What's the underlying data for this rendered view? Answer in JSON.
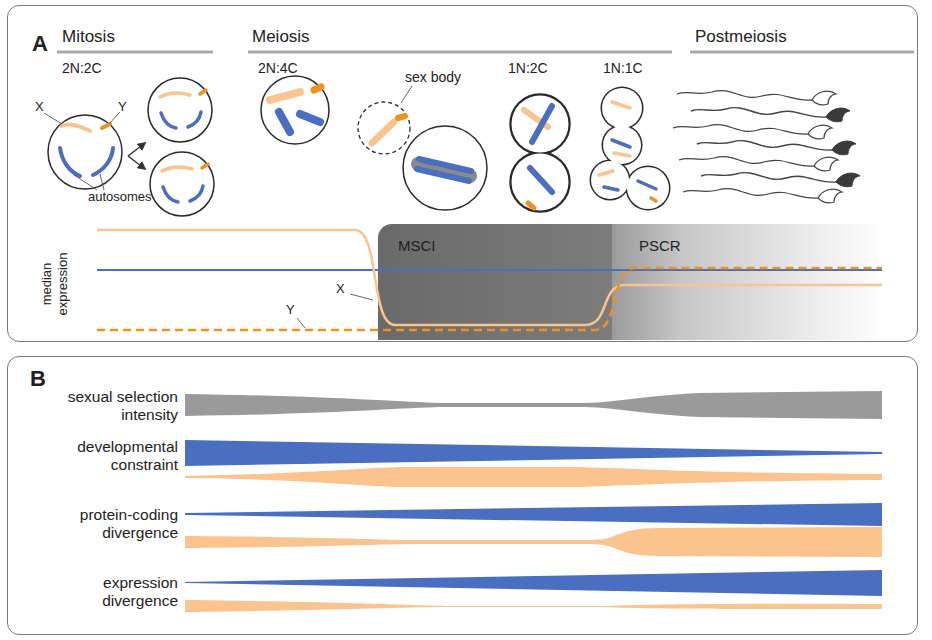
{
  "diagram": {
    "nodes": [
      {
        "text": [
          "A"
        ]
      },
      {
        "text": [
          "MSCI"
        ],
        "in": 0
      },
      {
        "text": [
          "PSCR"
        ],
        "in": 0
      },
      {
        "text": [
          "B"
        ]
      }
    ],
    "labels": [
      "Mitosis",
      "Meiosis",
      "Postmeiosis",
      "2N:2C",
      "2N:4C",
      "sex body",
      "1N:2C",
      "1N:1C",
      "X",
      "Y",
      "autosomes",
      "median expression",
      "X",
      "Y",
      "sexual selection intensity",
      "developmental constraint",
      "protein-coding divergence",
      "expression divergence"
    ]
  }
}
